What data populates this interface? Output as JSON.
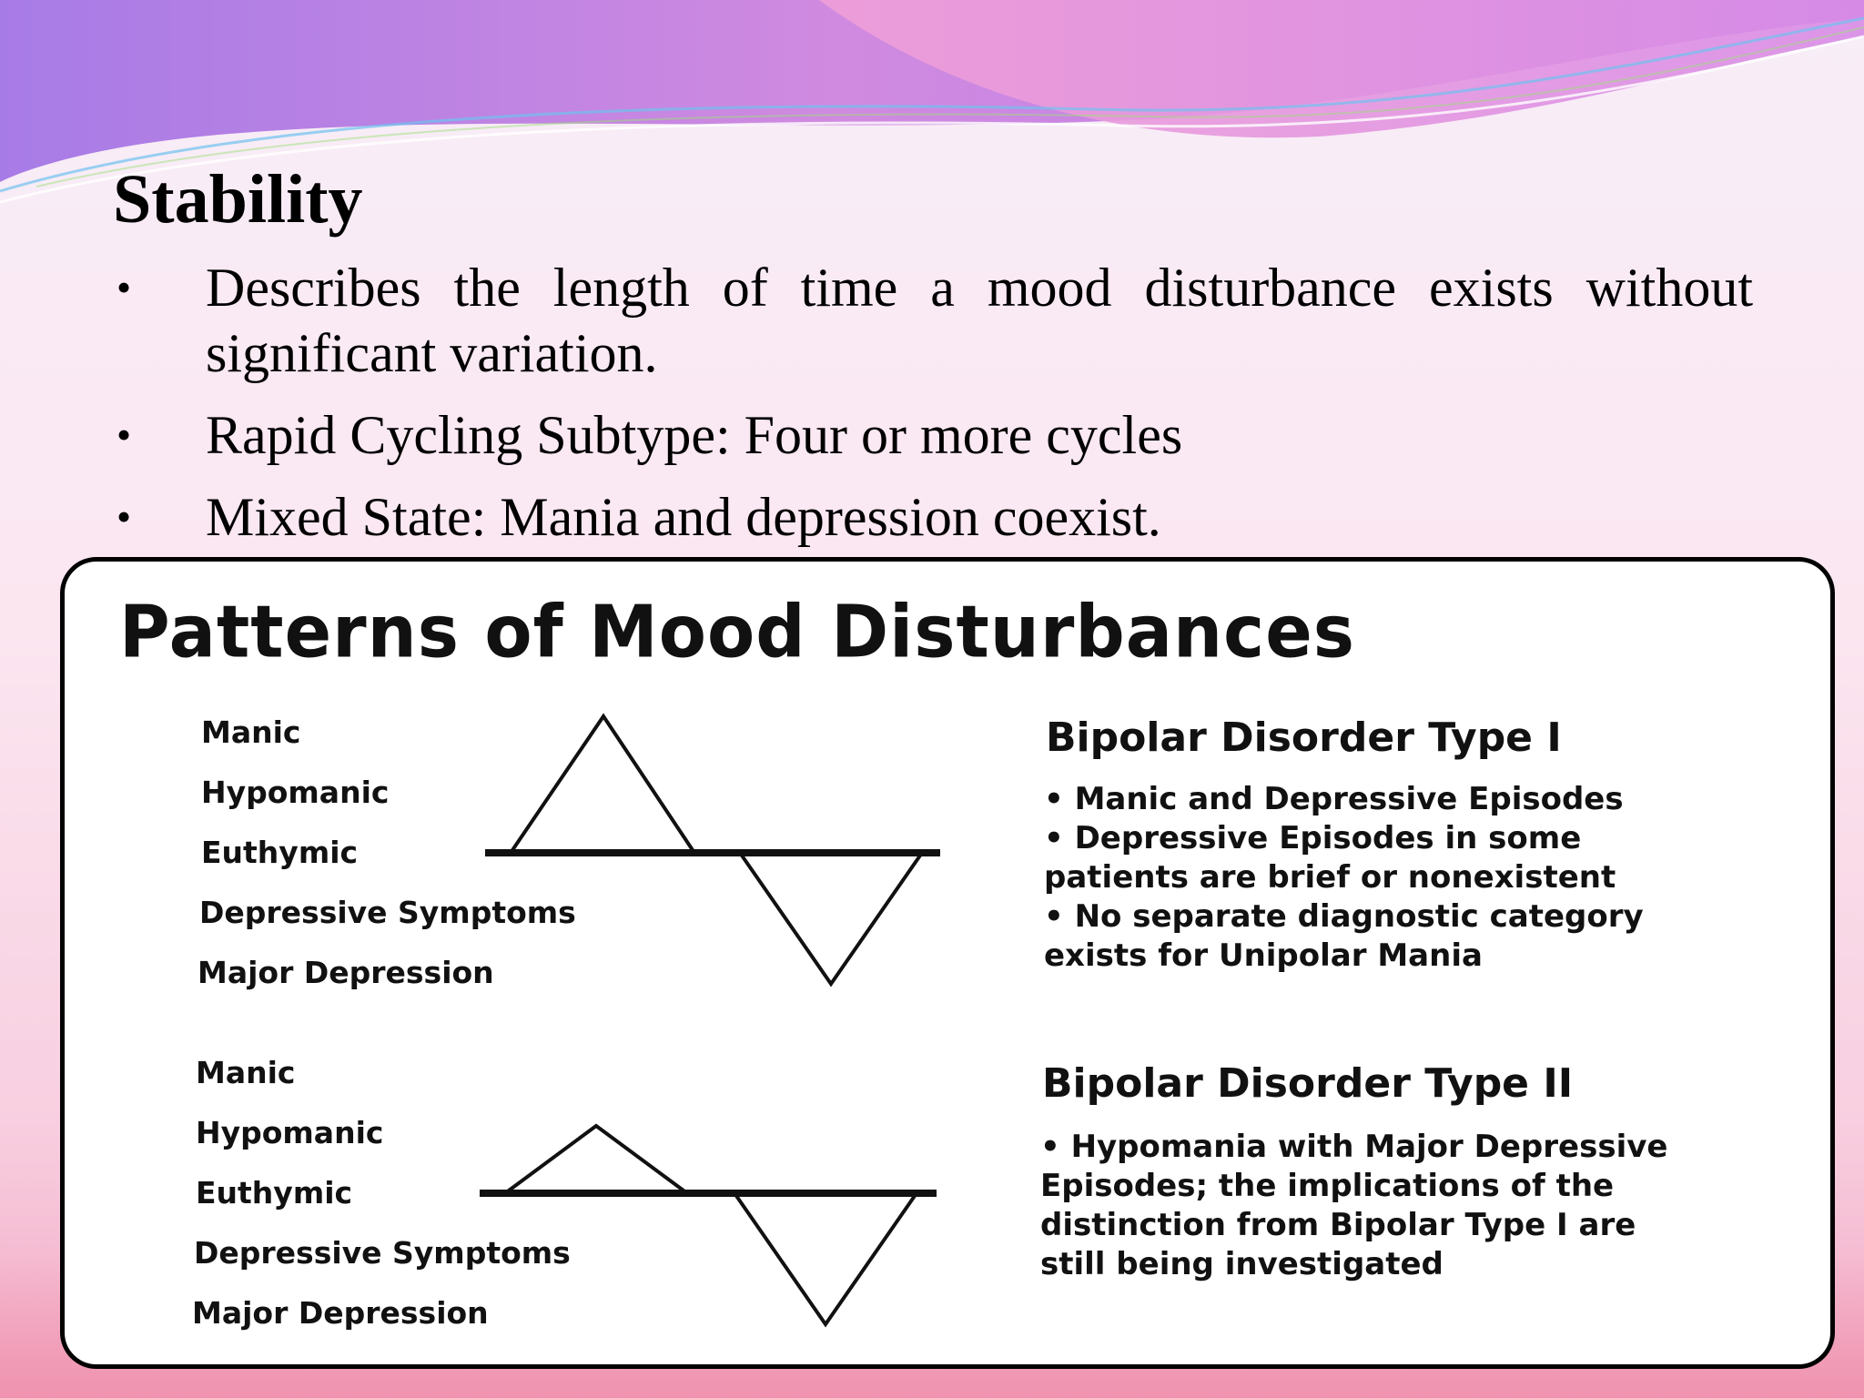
{
  "slide": {
    "title": "Stability",
    "bullets": [
      "Describes the length of time a mood disturbance exists without significant variation.",
      "Rapid Cycling Subtype: Four or more cycles",
      "Mixed State: Mania and depression coexist."
    ],
    "bullet_symbol": "•"
  },
  "diagram": {
    "title": "Patterns of Mood Disturbances",
    "levels": [
      "Manic",
      "Hypomanic",
      "Euthymic",
      "Depressive Symptoms",
      "Major Depression"
    ],
    "type1": {
      "title": "Bipolar Disorder Type I",
      "lines": [
        "• Manic and Depressive Episodes",
        "• Depressive Episodes in some",
        "patients are brief or nonexistent",
        "• No separate diagnostic category",
        "exists for Unipolar Mania"
      ],
      "peak_level": "Manic",
      "trough_level": "Major Depression"
    },
    "type2": {
      "title": "Bipolar Disorder Type II",
      "lines": [
        "• Hypomania with Major Depressive",
        "Episodes; the implications of the",
        "distinction from Bipolar Type I are",
        "still being investigated"
      ],
      "peak_level": "Hypomanic",
      "trough_level": "Major Depression"
    }
  },
  "colors": {
    "wave_purple": "#b07ae8",
    "wave_pink": "#e58ad8",
    "text": "#000000",
    "box_border": "#000000"
  }
}
